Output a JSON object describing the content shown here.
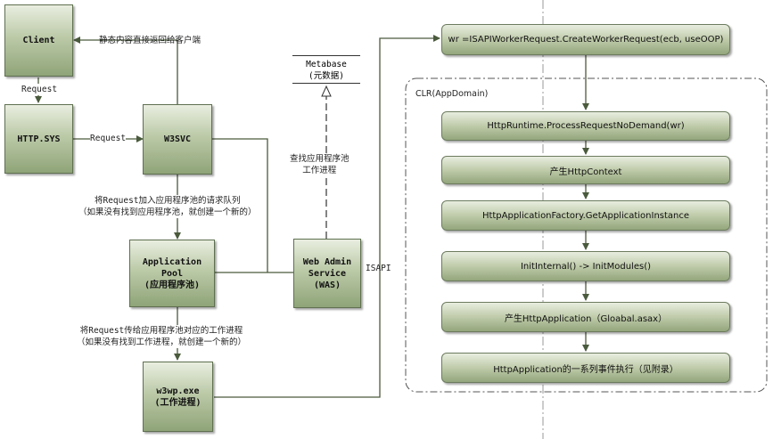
{
  "nodes": {
    "client": "Client",
    "http_sys": "HTTP.SYS",
    "w3svc": "W3SVC",
    "app_pool": {
      "line1": "Application Pool",
      "line2": "(应用程序池)"
    },
    "was": {
      "line1": "Web Admin",
      "line2": "Service",
      "line3": "(WAS)"
    },
    "w3wp": {
      "line1": "w3wp.exe",
      "line2": "(工作进程)"
    },
    "metabase": {
      "line1": "Metabase",
      "line2": "(元数据)"
    }
  },
  "labels": {
    "static_return": "静态内容直接返回给客户端",
    "request_1": "Request",
    "request_2": "Request",
    "find_pool": {
      "line1": "查找应用程序池",
      "line2": "工作进程"
    },
    "add_queue": {
      "line1": "将Request加入应用程序池的请求队列",
      "line2": "（如果没有找到应用程序池，就创建一个新的）"
    },
    "pass_worker": {
      "line1": "将Request传给应用程序池对应的工作进程",
      "line2": "（如果没有找到工作进程，就创建一个新的）"
    },
    "isapi": "ISAPI",
    "clr": "CLR(AppDomain)"
  },
  "pipeline": {
    "create_request": "wr =ISAPIWorkerRequest.CreateWorkerRequest(ecb, useOOP)",
    "steps": [
      "HttpRuntime.ProcessRequestNoDemand(wr)",
      "产生HttpContext",
      "HttpApplicationFactory.GetApplicationInstance",
      "InitInternal() -> InitModules()",
      "产生HttpApplication（Gloabal.asax）",
      "HttpApplication的一系列事件执行（见附录）"
    ]
  }
}
